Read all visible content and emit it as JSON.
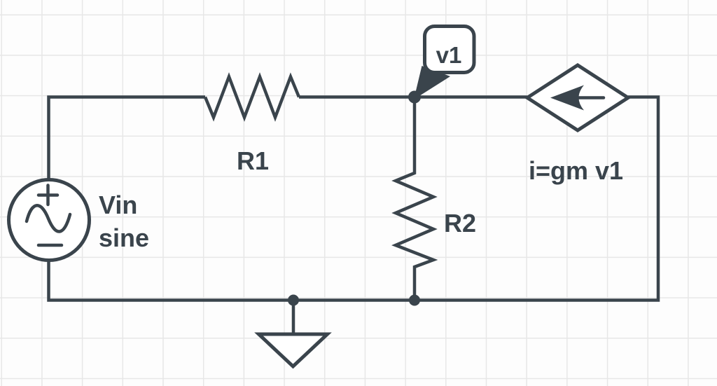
{
  "colors": {
    "stroke": "#3a444c",
    "grid": "#e7e7e7",
    "background": "#fdfdfd",
    "component_fill": "#ffffff"
  },
  "schematic": {
    "voltage_source": {
      "name": "Vin",
      "waveform": "sine",
      "icons": [
        "sine-wave-icon",
        "plus-icon",
        "minus-icon"
      ]
    },
    "resistor_r1": {
      "label": "R1"
    },
    "resistor_r2": {
      "label": "R2"
    },
    "node_tag": {
      "label": "v1"
    },
    "controlled_current_source": {
      "label": "i=gm v1",
      "icon": "left-arrow-icon"
    },
    "ground": {
      "icon": "ground-symbol-icon"
    }
  }
}
